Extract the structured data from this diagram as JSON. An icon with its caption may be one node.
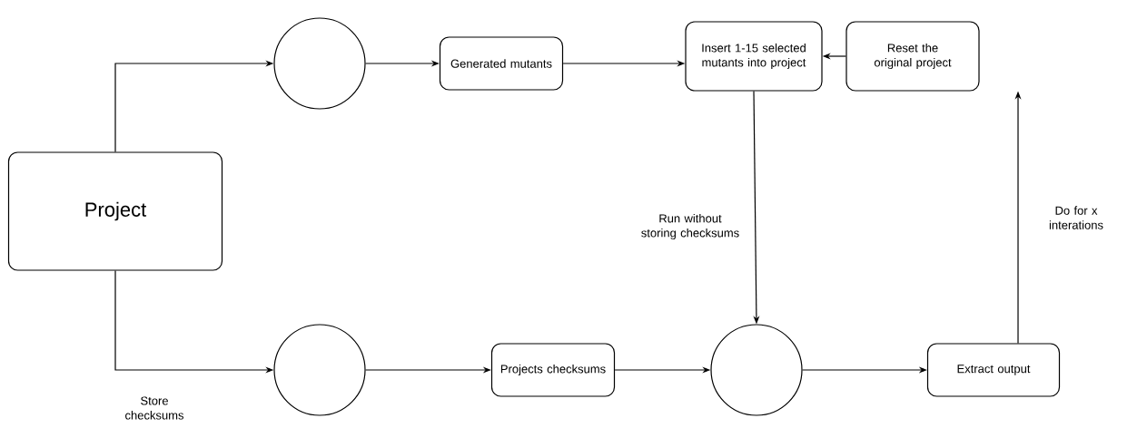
{
  "diagram": {
    "nodes": [
      {
        "text": [
          "Project"
        ]
      },
      {
        "text": [],
        "shape": "circle"
      },
      {
        "text": [
          "Generated mutants"
        ]
      },
      {
        "text": [
          "Insert 1-15 selected mutants into project"
        ]
      },
      {
        "text": [
          "Reset the original project"
        ]
      },
      {
        "text": [],
        "shape": "circle"
      },
      {
        "text": [
          "Projects checksums"
        ]
      },
      {
        "text": [],
        "shape": "circle"
      },
      {
        "text": [
          "Extract output"
        ]
      }
    ],
    "edges": [
      {
        "from": 0,
        "to": 1,
        "arrow": "to"
      },
      {
        "from": 0,
        "to": 5,
        "arrow": "to",
        "label": "Store checksums"
      },
      {
        "from": 1,
        "to": 2,
        "arrow": "to"
      },
      {
        "from": 2,
        "to": 3,
        "arrow": "to"
      },
      {
        "from": 4,
        "to": 3,
        "arrow": "to"
      },
      {
        "from": 3,
        "to": 7,
        "arrow": "to",
        "label": "Run without storing checksums"
      },
      {
        "from": 5,
        "to": 6,
        "arrow": "to"
      },
      {
        "from": 6,
        "to": 7,
        "arrow": "to"
      },
      {
        "from": 7,
        "to": 8,
        "arrow": "to"
      },
      {
        "from": 8,
        "to": 4,
        "arrow": "to",
        "label": "Do for x interations"
      }
    ]
  }
}
